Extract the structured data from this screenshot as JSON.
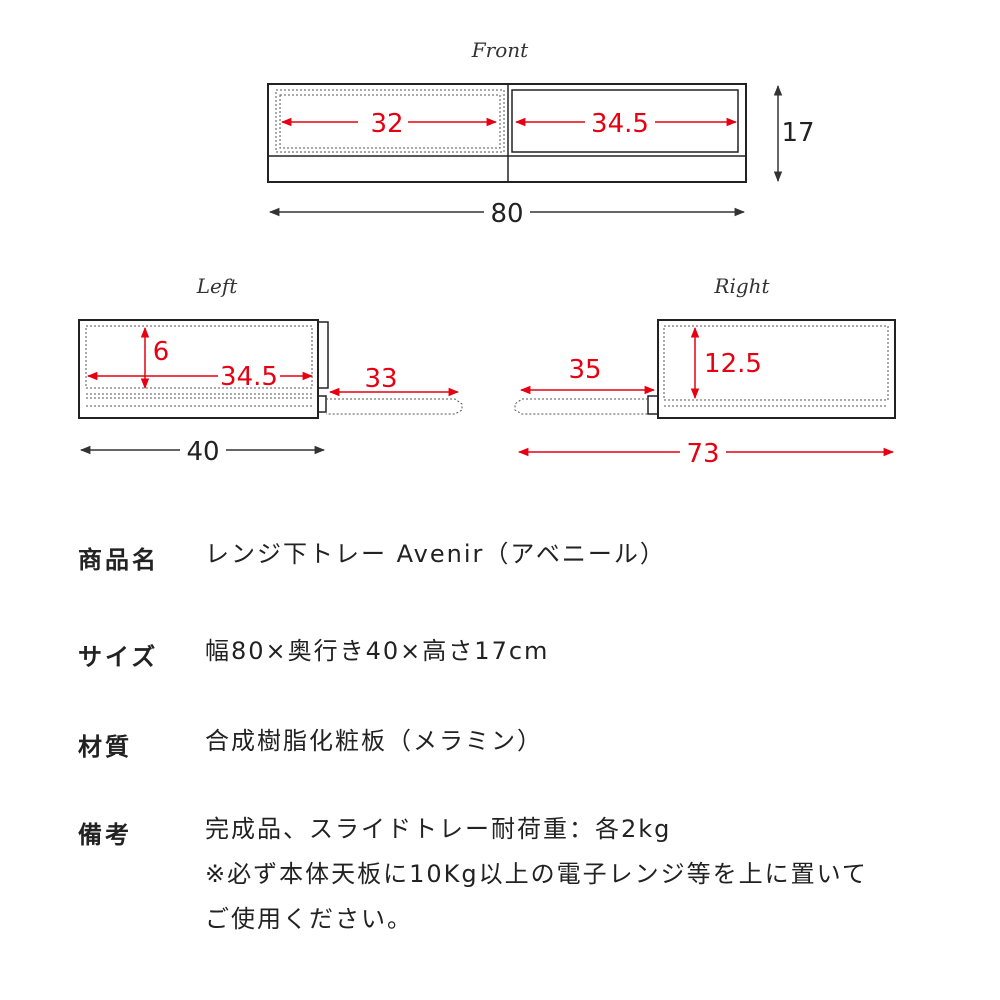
{
  "colors": {
    "accent": "#e60012",
    "line": "#222222"
  },
  "front": {
    "title": "Front",
    "inner_left": "32",
    "inner_right": "34.5",
    "height": "17",
    "width": "80"
  },
  "left": {
    "title": "Left",
    "inner_height": "6",
    "inner_depth": "34.5",
    "slide": "33",
    "depth": "40"
  },
  "right": {
    "title": "Right",
    "slide": "35",
    "inner_height": "12.5",
    "total": "73"
  },
  "specs": [
    {
      "label": "商品名",
      "lines": [
        "レンジ下トレー Avenir（アベニール）"
      ]
    },
    {
      "label": "サイズ",
      "lines": [
        "幅80×奥行き40×高さ17cm"
      ]
    },
    {
      "label": "材質",
      "lines": [
        "合成樹脂化粧板（メラミン）"
      ]
    },
    {
      "label": "備考",
      "lines": [
        "完成品、スライドトレー耐荷重：各2kg",
        "※必ず本体天板に10Kg以上の電子レンジ等を上に置いて",
        "ご使用ください。"
      ]
    }
  ]
}
